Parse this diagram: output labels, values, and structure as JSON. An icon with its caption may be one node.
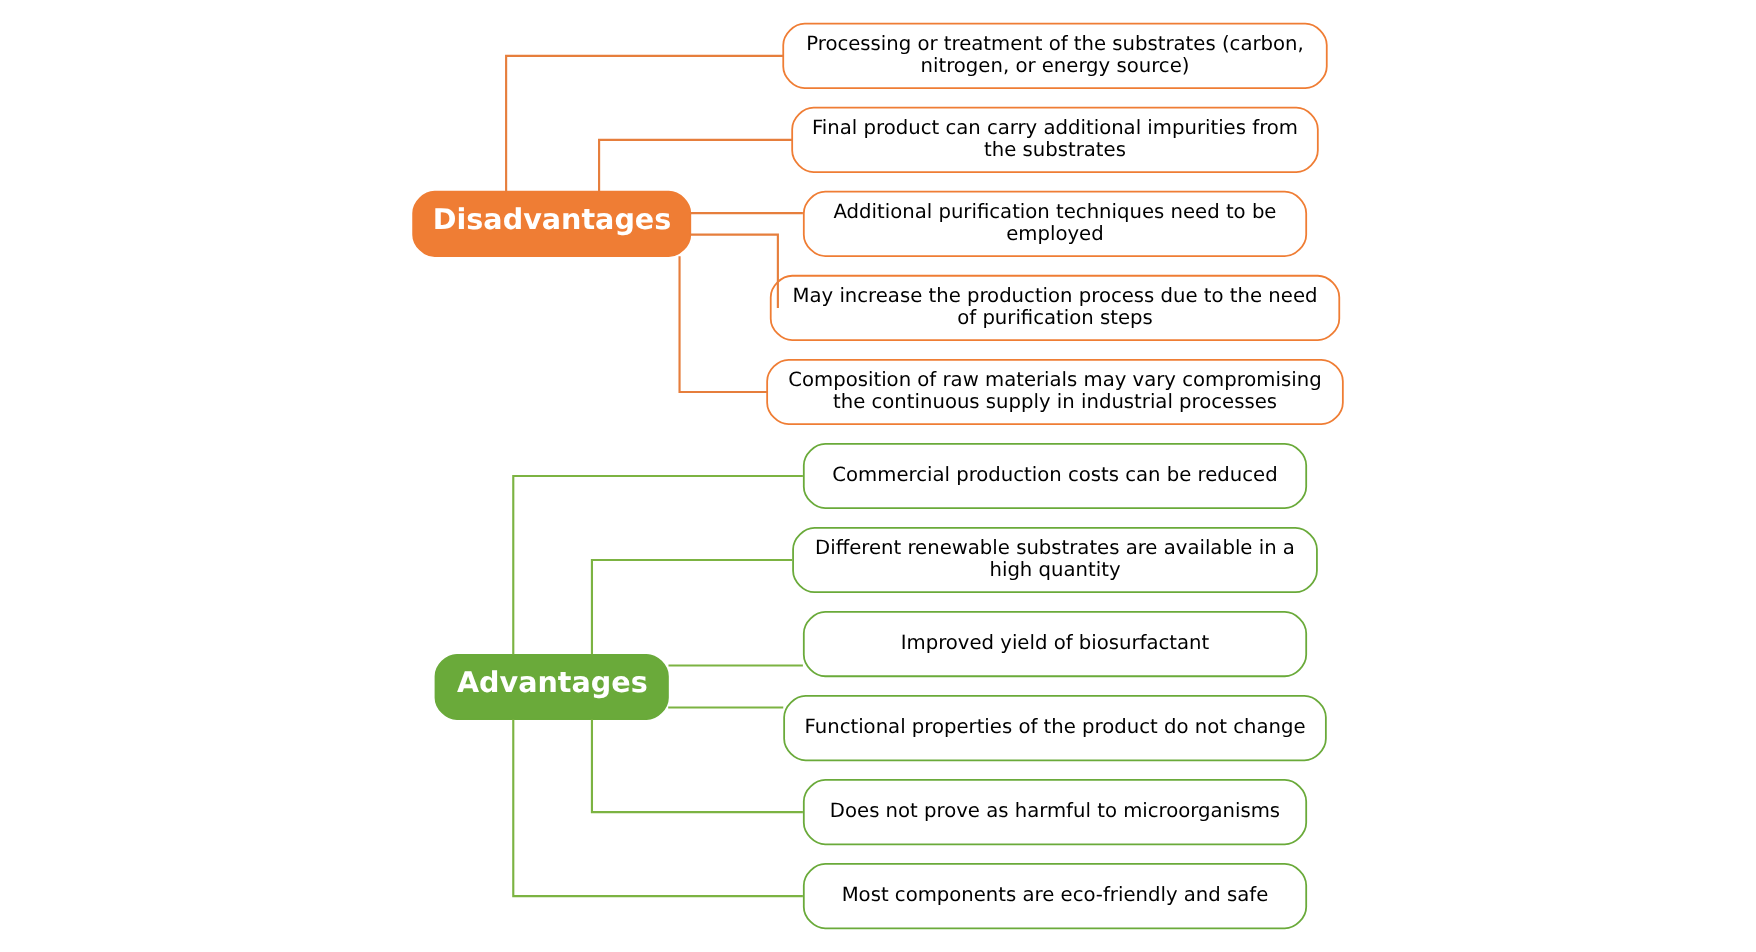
{
  "diagram": {
    "nodes": [
      {
        "text": [
          "Advantages"
        ]
      },
      {
        "text": [
          "Commercial production costs can be reduced"
        ]
      },
      {
        "text": [
          "Different renewable substrates are available in a high quantity"
        ]
      },
      {
        "text": [
          "Improved yield of biosurfactant"
        ]
      },
      {
        "text": [
          "Functional properties of the product do not change"
        ]
      },
      {
        "text": [
          "Does not prove as harmful to microorganisms"
        ]
      },
      {
        "text": [
          "Most components are eco-friendly and safe"
        ]
      },
      {
        "text": [
          "Disadvantages"
        ]
      },
      {
        "text": [
          "Processing or treatment of the substrates (carbon, nitrogen, or energy source)"
        ]
      },
      {
        "text": [
          "Final product can carry additional impurities from the substrates"
        ]
      },
      {
        "text": [
          "Additional purification techniques need to be employed"
        ]
      },
      {
        "text": [
          "May increase the production process due to the need of purification steps"
        ]
      },
      {
        "text": [
          "Composition of raw materials may vary compromising the continuous supply in industrial processes"
        ]
      }
    ],
    "edges": [
      {
        "from": 0,
        "to": 1,
        "arrow": "none",
        "color": "#7cb342"
      },
      {
        "from": 0,
        "to": 2,
        "arrow": "none",
        "color": "#7cb342"
      },
      {
        "from": 0,
        "to": 3,
        "arrow": "none",
        "color": "#7cb342"
      },
      {
        "from": 0,
        "to": 4,
        "arrow": "none",
        "color": "#7cb342"
      },
      {
        "from": 0,
        "to": 5,
        "arrow": "none",
        "color": "#7cb342"
      },
      {
        "from": 0,
        "to": 6,
        "arrow": "none",
        "color": "#7cb342"
      },
      {
        "from": 7,
        "to": 8,
        "arrow": "none",
        "color": "#e67e3c"
      },
      {
        "from": 7,
        "to": 9,
        "arrow": "none",
        "color": "#e67e3c"
      },
      {
        "from": 7,
        "to": 10,
        "arrow": "none",
        "color": "#e67e3c"
      },
      {
        "from": 7,
        "to": 11,
        "arrow": "none",
        "color": "#e67e3c"
      },
      {
        "from": 7,
        "to": 12,
        "arrow": "none",
        "color": "#e67e3c"
      }
    ]
  }
}
